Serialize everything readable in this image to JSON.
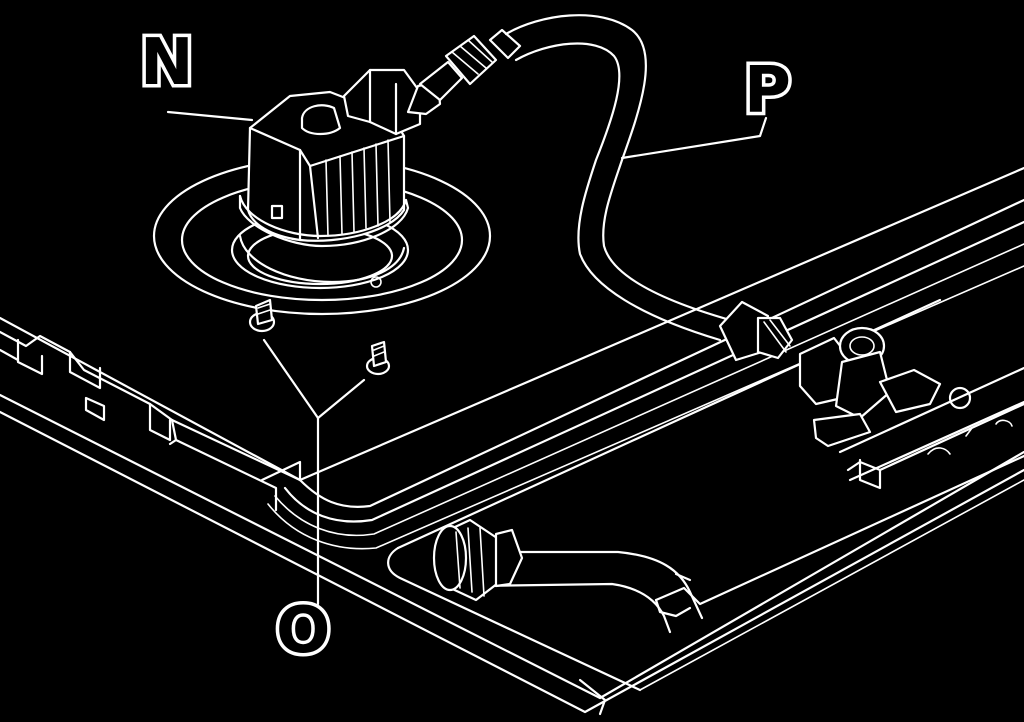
{
  "diagram": {
    "labels": {
      "n": "N",
      "o": "O",
      "p": "P"
    },
    "colors": {
      "background": "#000000",
      "line": "#ffffff"
    }
  }
}
